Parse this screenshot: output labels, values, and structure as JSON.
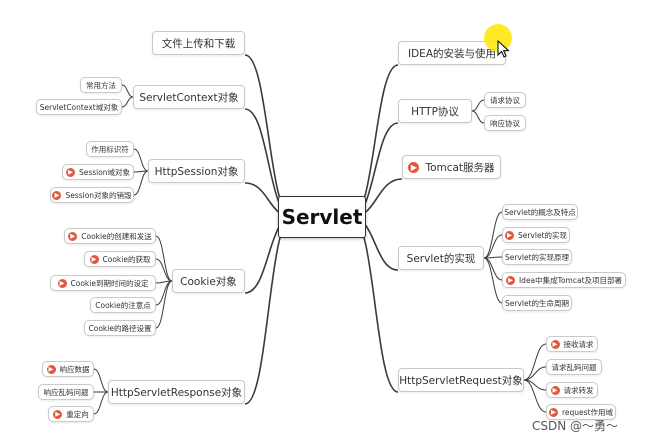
{
  "center": {
    "label": "Servlet"
  },
  "left_nodes": [
    {
      "label": "文件上传和下载",
      "children": []
    },
    {
      "label": "ServletContext对象",
      "children": [
        {
          "label": "常用方法",
          "icon": false
        },
        {
          "label": "ServletContext域对象",
          "icon": false
        }
      ]
    },
    {
      "label": "HttpSession对象",
      "children": [
        {
          "label": "作用标识符",
          "icon": false
        },
        {
          "label": "Session域对象",
          "icon": true
        },
        {
          "label": "Session对象的销毁",
          "icon": true
        }
      ]
    },
    {
      "label": "Cookie对象",
      "children": [
        {
          "label": "Cookie的创建和发送",
          "icon": true
        },
        {
          "label": "Cookie的获取",
          "icon": true
        },
        {
          "label": "Cookie到期时间的设定",
          "icon": true
        },
        {
          "label": "Cookie的注意点",
          "icon": false
        },
        {
          "label": "Cookie的路径设置",
          "icon": false
        }
      ]
    },
    {
      "label": "HttpServletResponse对象",
      "children": [
        {
          "label": "响应数据",
          "icon": true
        },
        {
          "label": "响应乱码问题",
          "icon": false
        },
        {
          "label": "重定向",
          "icon": true
        }
      ]
    }
  ],
  "right_nodes": [
    {
      "label": "IDEA的安装与使用",
      "icon": false,
      "children": []
    },
    {
      "label": "HTTP协议",
      "icon": false,
      "children": [
        {
          "label": "请求协议",
          "icon": false
        },
        {
          "label": "响应协议",
          "icon": false
        }
      ]
    },
    {
      "label": "Tomcat服务器",
      "icon": true,
      "children": []
    },
    {
      "label": "Servlet的实现",
      "icon": false,
      "children": [
        {
          "label": "Servlet的概念及特点",
          "icon": false
        },
        {
          "label": "Servlet的实现",
          "icon": true
        },
        {
          "label": "Servlet的实现原理",
          "icon": false
        },
        {
          "label": "Idea中集成Tomcat及项目部署",
          "icon": true
        },
        {
          "label": "Servlet的生命周期",
          "icon": false
        }
      ]
    },
    {
      "label": "HttpServletRequest对象",
      "icon": false,
      "children": [
        {
          "label": "接收请求",
          "icon": true
        },
        {
          "label": "请求乱码问题",
          "icon": false
        },
        {
          "label": "请求转发",
          "icon": true
        },
        {
          "label": "request作用域",
          "icon": true
        }
      ]
    }
  ],
  "watermark": "CSDN @～勇～",
  "colors": {
    "line": "#3a3a3a",
    "icon": "#e2583e",
    "highlight": "#ffe600"
  },
  "icon_name": "play-badge-icon"
}
